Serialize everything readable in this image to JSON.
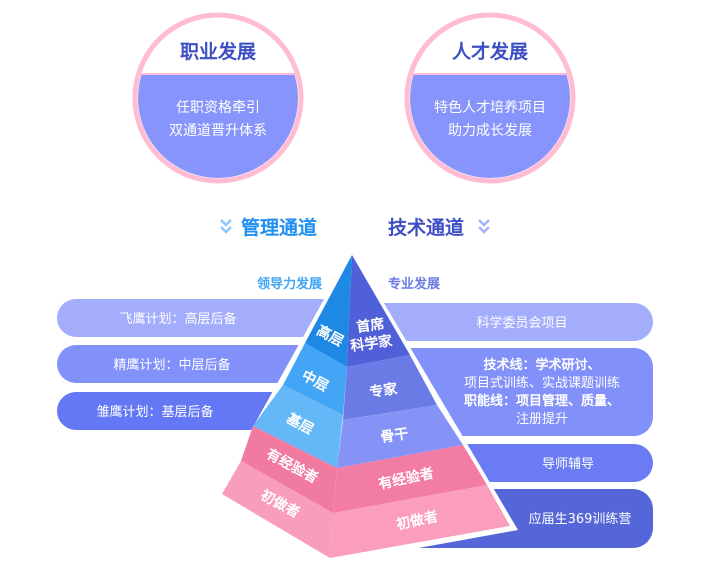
{
  "circles": [
    {
      "title": "职业发展",
      "lines": [
        "任职资格牵引",
        "双通道晋升体系"
      ]
    },
    {
      "title": "人才发展",
      "lines": [
        "特色人才培养项目",
        "助力成长发展"
      ]
    }
  ],
  "channels": {
    "management": "管理通道",
    "technical": "技术通道"
  },
  "sections": {
    "leadership": "领导力发展",
    "professional": "专业发展"
  },
  "left_bars": [
    "飞鹰计划：高层后备",
    "精鹰计划：中层后备",
    "雏鹰计划：基层后备"
  ],
  "right_bars": {
    "science": "科学委员会项目",
    "tech_lines": [
      "技术线：学术研讨、",
      "项目式训练、实战课题训练",
      "职能线：项目管理、质量、",
      "注册提升"
    ],
    "mentor": "导师辅导",
    "camp": "应届生369训练营"
  },
  "pyramid": {
    "left": [
      "高层",
      "中层",
      "基层",
      "有经验者",
      "初做者"
    ],
    "right": [
      "首席",
      "科学家",
      "专家",
      "骨干",
      "有经验者",
      "初做者"
    ]
  },
  "colors": {
    "pink_ring": "#ffbcd3",
    "circle_fill": "#8794fb",
    "title": "#3d4fc4",
    "blue": "#1f8ff0"
  }
}
